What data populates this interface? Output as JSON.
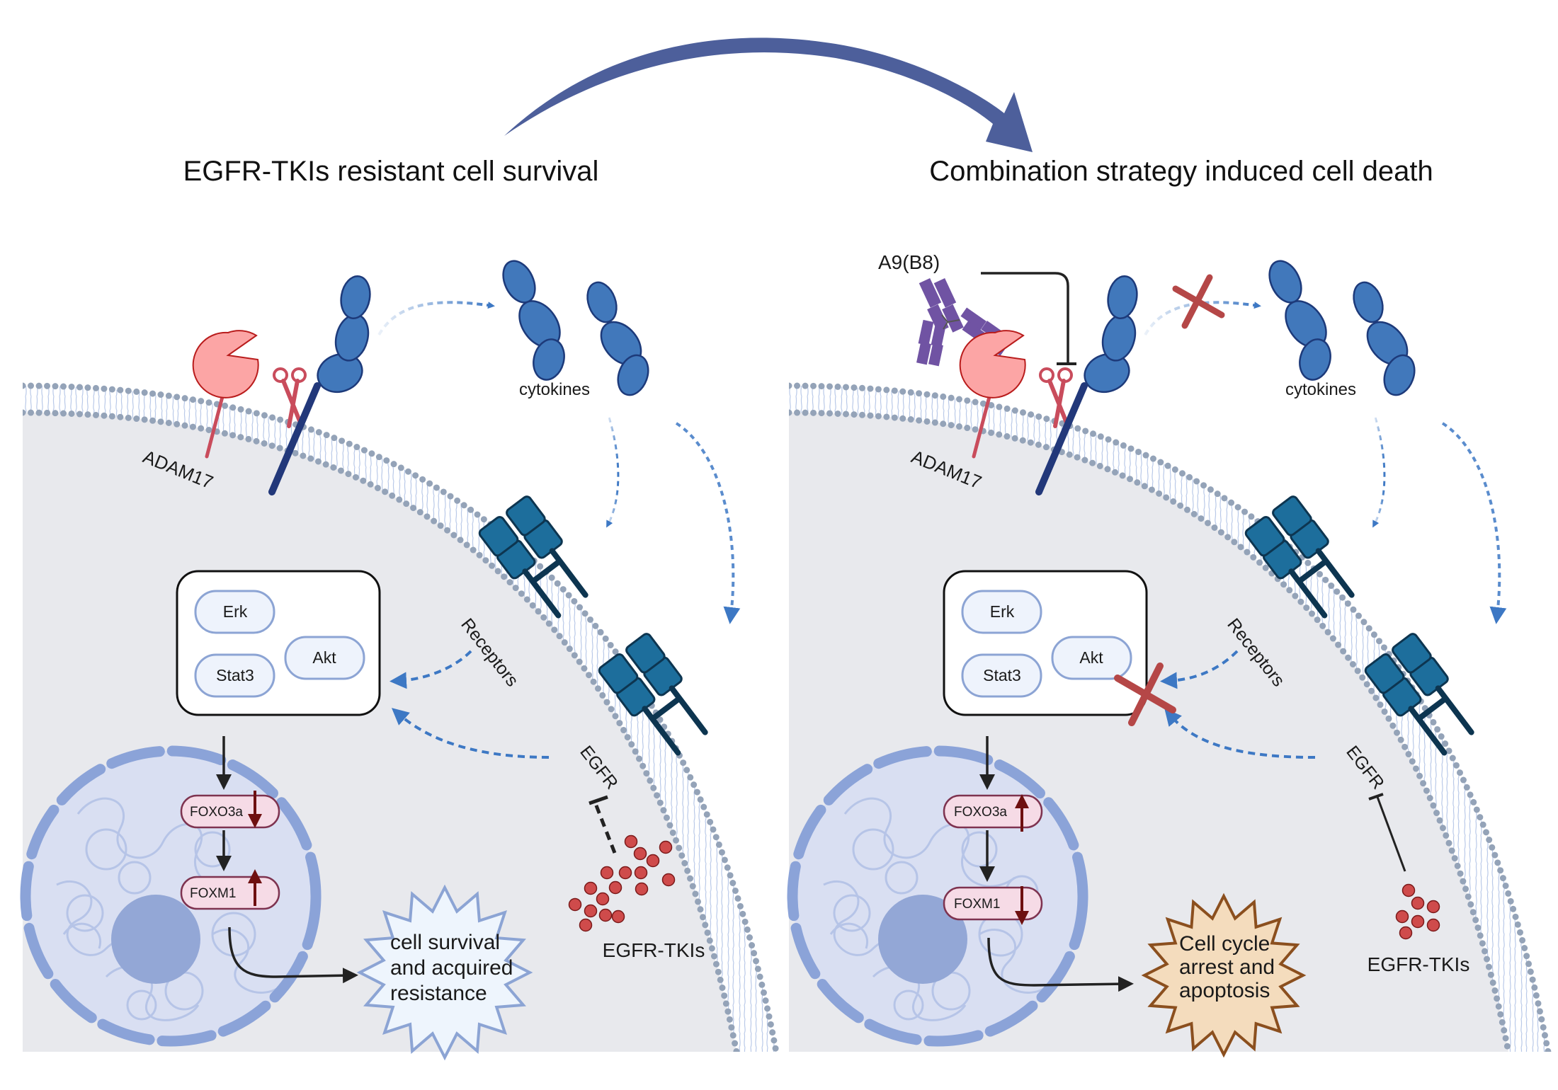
{
  "titles": {
    "left": "EGFR-TKIs resistant cell survival",
    "right": "Combination strategy induced cell death"
  },
  "left_panel": {
    "enzyme_label": "ADAM17",
    "ligands_label": "cytokines",
    "receptor_label": "Receptors",
    "egfr_label": "EGFR",
    "drug_label": "EGFR-TKIs",
    "kinases": [
      "Erk",
      "Stat3",
      "Akt"
    ],
    "tf1": {
      "label": "FOXO3a",
      "regulation": "down"
    },
    "tf2": {
      "label": "FOXM1",
      "regulation": "up"
    },
    "outcome": [
      "cell survival",
      "and acquired",
      "resistance"
    ],
    "drug_inhibition_style": "dashed"
  },
  "right_panel": {
    "antibody_label": "A9(B8)",
    "enzyme_label": "ADAM17",
    "ligands_label": "cytokines",
    "receptor_label": "Receptors",
    "egfr_label": "EGFR",
    "drug_label": "EGFR-TKIs",
    "kinases": [
      "Erk",
      "Stat3",
      "Akt"
    ],
    "tf1": {
      "label": "FOXO3a",
      "regulation": "up"
    },
    "tf2": {
      "label": "FOXM1",
      "regulation": "down"
    },
    "outcome": [
      "Cell cycle",
      "arrest and",
      "apoptosis"
    ],
    "blocked": [
      "ligand shedding",
      "kinase signaling"
    ],
    "drug_inhibition_style": "solid"
  },
  "colors": {
    "transition_arrow": "#4d5f9b",
    "cytoplasm": "#e8e9ed",
    "membrane_head": "#94a3b8",
    "membrane_tail": "#b9c9e8",
    "ligand": "#4178bb",
    "ligand_stroke": "#1d3a7a",
    "receptor": "#1d6e9c",
    "receptor_stroke": "#0d3550",
    "adam17": "#fca5a5",
    "adam17_stroke": "#b91c1c",
    "scissors": "#c94c5c",
    "antibody": "#7053a3",
    "drug": "#cf4b4b",
    "block_x": "#b54747",
    "signal_arrow": "#3d78c4",
    "nucleus_fill": "#d9dff2",
    "nucleus_envelope": "#8ba3d8",
    "nucleolus": "#93a7d6",
    "tf_fill": "#f6dbe6",
    "tf_stroke": "#7e3350",
    "regulation_arrow": "#6e1010",
    "survival_burst_fill": "#eef5fd",
    "survival_burst_stroke": "#8ca4d4",
    "death_burst_fill": "#f4dcbd",
    "death_burst_stroke": "#8b4f1e"
  }
}
